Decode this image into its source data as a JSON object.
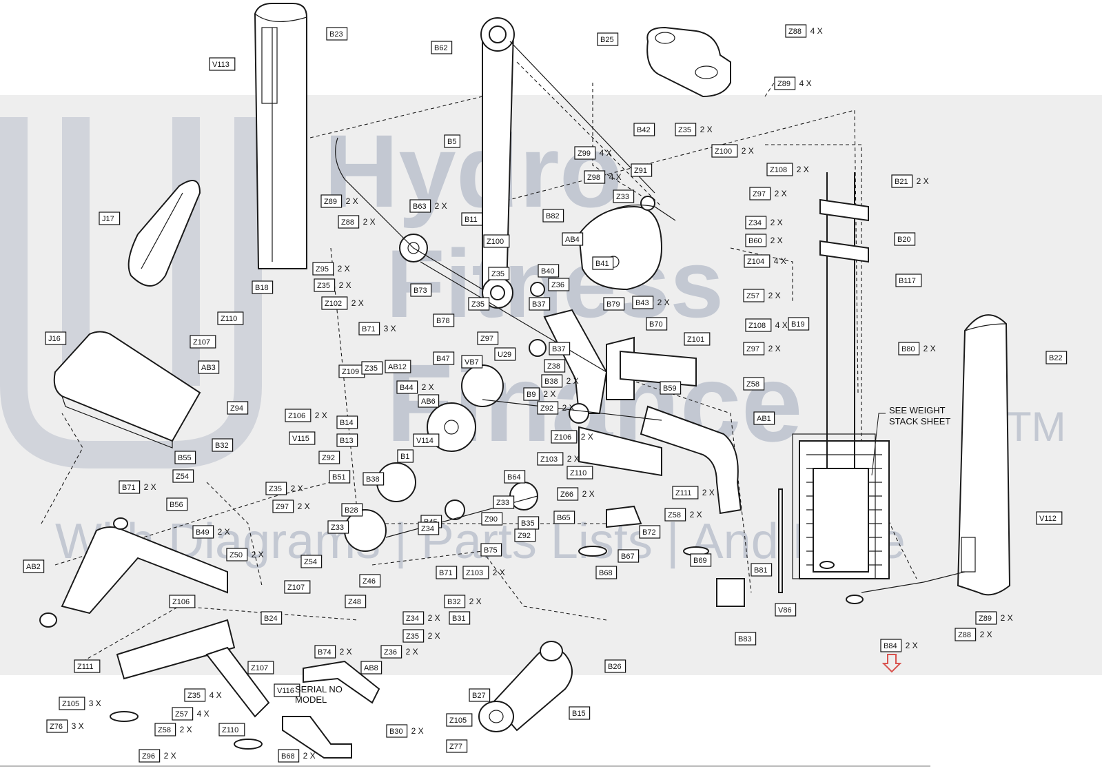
{
  "watermark": {
    "line1": "Hydro",
    "line2": "Fitness",
    "line3": "Finance",
    "tm": "TM",
    "tagline": "With Diagrams | Parts Lists | And More",
    "band_color": "#d9d9d9",
    "text_color": "#9aa3b8"
  },
  "notes": {
    "weight_stack_line1": "SEE WEIGHT",
    "weight_stack_line2": "STACK SHEET",
    "serial_line1": "SERIAL NO",
    "serial_line2": "MODEL"
  },
  "highlight": {
    "part": "B84",
    "arrow_color": "#d9534f"
  },
  "labels": [
    {
      "id": "B23",
      "qty": ""
    },
    {
      "id": "V113",
      "qty": ""
    },
    {
      "id": "B62",
      "qty": ""
    },
    {
      "id": "B25",
      "qty": ""
    },
    {
      "id": "Z88",
      "qty": "4 X"
    },
    {
      "id": "Z89",
      "qty": "4 X"
    },
    {
      "id": "B5",
      "qty": ""
    },
    {
      "id": "B42",
      "qty": ""
    },
    {
      "id": "Z35",
      "qty": "2 X"
    },
    {
      "id": "Z99",
      "qty": "4 X"
    },
    {
      "id": "Z100",
      "qty": "2 X"
    },
    {
      "id": "Z91",
      "qty": ""
    },
    {
      "id": "Z98",
      "qty": "4 X"
    },
    {
      "id": "Z108",
      "qty": "2 X"
    },
    {
      "id": "Z97",
      "qty": "2 X"
    },
    {
      "id": "B21",
      "qty": "2 X"
    },
    {
      "id": "J17",
      "qty": ""
    },
    {
      "id": "Z89",
      "qty": "2 X"
    },
    {
      "id": "Z88",
      "qty": "2 X"
    },
    {
      "id": "B63",
      "qty": "2 X"
    },
    {
      "id": "B11",
      "qty": ""
    },
    {
      "id": "B82",
      "qty": ""
    },
    {
      "id": "Z33",
      "qty": ""
    },
    {
      "id": "Z34",
      "qty": "2 X"
    },
    {
      "id": "B20",
      "qty": ""
    },
    {
      "id": "Z100",
      "qty": ""
    },
    {
      "id": "AB4",
      "qty": ""
    },
    {
      "id": "B60",
      "qty": "2 X"
    },
    {
      "id": "Z95",
      "qty": "2 X"
    },
    {
      "id": "Z35",
      "qty": ""
    },
    {
      "id": "B40",
      "qty": ""
    },
    {
      "id": "B41",
      "qty": ""
    },
    {
      "id": "Z104",
      "qty": "4 X"
    },
    {
      "id": "B117",
      "qty": ""
    },
    {
      "id": "B18",
      "qty": ""
    },
    {
      "id": "Z35",
      "qty": "2 X"
    },
    {
      "id": "Z102",
      "qty": "2 X"
    },
    {
      "id": "B73",
      "qty": ""
    },
    {
      "id": "Z36",
      "qty": ""
    },
    {
      "id": "Z57",
      "qty": "2 X"
    },
    {
      "id": "B37",
      "qty": ""
    },
    {
      "id": "B79",
      "qty": ""
    },
    {
      "id": "B43",
      "qty": "2 X"
    },
    {
      "id": "Z35",
      "qty": ""
    },
    {
      "id": "Z110",
      "qty": ""
    },
    {
      "id": "B78",
      "qty": ""
    },
    {
      "id": "B70",
      "qty": ""
    },
    {
      "id": "Z108",
      "qty": "4 X"
    },
    {
      "id": "B19",
      "qty": ""
    },
    {
      "id": "B71",
      "qty": "3 X"
    },
    {
      "id": "Z97",
      "qty": ""
    },
    {
      "id": "Z101",
      "qty": ""
    },
    {
      "id": "J16",
      "qty": ""
    },
    {
      "id": "Z107",
      "qty": ""
    },
    {
      "id": "B37",
      "qty": ""
    },
    {
      "id": "Z97",
      "qty": "2 X"
    },
    {
      "id": "B80",
      "qty": "2 X"
    },
    {
      "id": "B22",
      "qty": ""
    },
    {
      "id": "AB3",
      "qty": ""
    },
    {
      "id": "B47",
      "qty": ""
    },
    {
      "id": "VB7",
      "qty": ""
    },
    {
      "id": "U29",
      "qty": ""
    },
    {
      "id": "Z38",
      "qty": ""
    },
    {
      "id": "Z109",
      "qty": ""
    },
    {
      "id": "Z35",
      "qty": ""
    },
    {
      "id": "AB12",
      "qty": ""
    },
    {
      "id": "B38",
      "qty": "2 X"
    },
    {
      "id": "Z58",
      "qty": ""
    },
    {
      "id": "B44",
      "qty": "2 X"
    },
    {
      "id": "B59",
      "qty": ""
    },
    {
      "id": "AB6",
      "qty": ""
    },
    {
      "id": "B9",
      "qty": "2 X"
    },
    {
      "id": "Z94",
      "qty": ""
    },
    {
      "id": "Z106",
      "qty": "2 X"
    },
    {
      "id": "B14",
      "qty": ""
    },
    {
      "id": "Z92",
      "qty": "2 X"
    },
    {
      "id": "AB1",
      "qty": ""
    },
    {
      "id": "V115",
      "qty": ""
    },
    {
      "id": "B13",
      "qty": ""
    },
    {
      "id": "V114",
      "qty": ""
    },
    {
      "id": "Z106",
      "qty": "2 X"
    },
    {
      "id": "B32",
      "qty": ""
    },
    {
      "id": "B55",
      "qty": ""
    },
    {
      "id": "Z92",
      "qty": ""
    },
    {
      "id": "B1",
      "qty": ""
    },
    {
      "id": "Z103",
      "qty": "2 X"
    },
    {
      "id": "B51",
      "qty": ""
    },
    {
      "id": "B64",
      "qty": ""
    },
    {
      "id": "Z110",
      "qty": ""
    },
    {
      "id": "Z54",
      "qty": ""
    },
    {
      "id": "Z35",
      "qty": "2 X"
    },
    {
      "id": "B38",
      "qty": ""
    },
    {
      "id": "Z66",
      "qty": "2 X"
    },
    {
      "id": "Z111",
      "qty": "2 X"
    },
    {
      "id": "B71",
      "qty": "2 X"
    },
    {
      "id": "Z33",
      "qty": ""
    },
    {
      "id": "B56",
      "qty": ""
    },
    {
      "id": "Z97",
      "qty": "2 X"
    },
    {
      "id": "B28",
      "qty": ""
    },
    {
      "id": "Z90",
      "qty": ""
    },
    {
      "id": "B65",
      "qty": ""
    },
    {
      "id": "Z58",
      "qty": "2 X"
    },
    {
      "id": "B35",
      "qty": ""
    },
    {
      "id": "B45",
      "qty": ""
    },
    {
      "id": "V112",
      "qty": ""
    },
    {
      "id": "B49",
      "qty": "2 X"
    },
    {
      "id": "Z33",
      "qty": ""
    },
    {
      "id": "Z34",
      "qty": ""
    },
    {
      "id": "B72",
      "qty": ""
    },
    {
      "id": "Z92",
      "qty": ""
    },
    {
      "id": "B69",
      "qty": ""
    },
    {
      "id": "B67",
      "qty": ""
    },
    {
      "id": "Z50",
      "qty": "2 X"
    },
    {
      "id": "Z54",
      "qty": ""
    },
    {
      "id": "B75",
      "qty": ""
    },
    {
      "id": "AB2",
      "qty": ""
    },
    {
      "id": "B71",
      "qty": ""
    },
    {
      "id": "Z103",
      "qty": "2 X"
    },
    {
      "id": "B68",
      "qty": ""
    },
    {
      "id": "B81",
      "qty": ""
    },
    {
      "id": "Z46",
      "qty": ""
    },
    {
      "id": "Z107",
      "qty": ""
    },
    {
      "id": "B32",
      "qty": "2 X"
    },
    {
      "id": "Z106",
      "qty": ""
    },
    {
      "id": "Z48",
      "qty": ""
    },
    {
      "id": "V86",
      "qty": ""
    },
    {
      "id": "B24",
      "qty": ""
    },
    {
      "id": "B31",
      "qty": ""
    },
    {
      "id": "Z89",
      "qty": "2 X"
    },
    {
      "id": "Z34",
      "qty": "2 X"
    },
    {
      "id": "Z88",
      "qty": "2 X"
    },
    {
      "id": "Z35",
      "qty": "2 X"
    },
    {
      "id": "B83",
      "qty": ""
    },
    {
      "id": "B74",
      "qty": "2 X"
    },
    {
      "id": "Z36",
      "qty": "2 X"
    },
    {
      "id": "B84",
      "qty": "2 X"
    },
    {
      "id": "Z111",
      "qty": ""
    },
    {
      "id": "AB8",
      "qty": ""
    },
    {
      "id": "B26",
      "qty": ""
    },
    {
      "id": "Z107",
      "qty": ""
    },
    {
      "id": "Z105",
      "qty": "3 X"
    },
    {
      "id": "Z35",
      "qty": "4 X"
    },
    {
      "id": "V116",
      "qty": ""
    },
    {
      "id": "B27",
      "qty": ""
    },
    {
      "id": "B15",
      "qty": ""
    },
    {
      "id": "Z57",
      "qty": "4 X"
    },
    {
      "id": "Z76",
      "qty": "3 X"
    },
    {
      "id": "Z58",
      "qty": "2 X"
    },
    {
      "id": "Z110",
      "qty": ""
    },
    {
      "id": "B30",
      "qty": "2 X"
    },
    {
      "id": "Z105",
      "qty": ""
    },
    {
      "id": "Z96",
      "qty": "2 X"
    },
    {
      "id": "B68",
      "qty": "2 X"
    },
    {
      "id": "Z77",
      "qty": ""
    }
  ]
}
